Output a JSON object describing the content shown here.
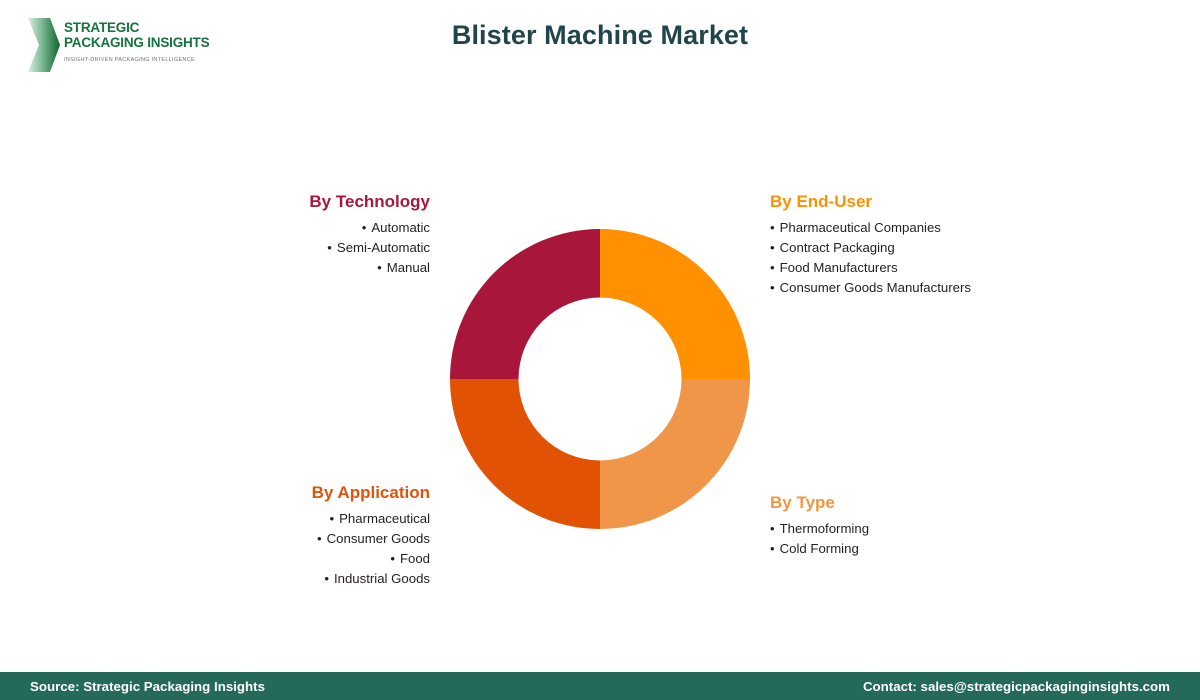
{
  "header": {
    "title": "Blister Machine Market",
    "title_color": "#21454C",
    "logo": {
      "icon": "chevron-right-logo-mark",
      "line1": "STRATEGIC",
      "line2": "PACKAGING INSIGHTS",
      "tagline": "INSIGHT-DRIVEN PACKAGING INTELLIGENCE",
      "text_color": "#17733C",
      "gradient_light": "#D7EADD",
      "gradient_dark": "#136B34"
    }
  },
  "chart_data": {
    "type": "pie",
    "variant": "donut",
    "title": "Blister Machine Market",
    "legend_position": "callouts-around-chart",
    "categories": [
      "By End-User",
      "By Type",
      "By Application",
      "By Technology"
    ],
    "values": [
      25,
      25,
      25,
      25
    ],
    "colors": [
      "#FF9000",
      "#F09649",
      "#E25205",
      "#A8173A"
    ],
    "start_angle_deg": 0,
    "inner_radius_ratio": 0.545,
    "segments": [
      {
        "label": "By End-User",
        "value": 25,
        "color": "#FF9000",
        "position": "top-right",
        "items": [
          "Pharmaceutical Companies",
          "Contract Packaging",
          "Food Manufacturers",
          "Consumer Goods Manufacturers"
        ]
      },
      {
        "label": "By Type",
        "value": 25,
        "color": "#F09649",
        "position": "bottom-right",
        "items": [
          "Thermoforming",
          "Cold Forming"
        ]
      },
      {
        "label": "By Application",
        "value": 25,
        "color": "#E25205",
        "position": "bottom-left",
        "items": [
          "Pharmaceutical",
          "Consumer Goods",
          "Food",
          "Industrial Goods"
        ]
      },
      {
        "label": "By Technology",
        "value": 25,
        "color": "#A8173A",
        "position": "top-left",
        "items": [
          "Automatic",
          "Semi-Automatic",
          "Manual"
        ]
      }
    ]
  },
  "blocks": {
    "technology": {
      "title": "By Technology",
      "color": "#A8173A",
      "items": [
        "Automatic",
        "Semi-Automatic",
        "Manual"
      ]
    },
    "enduser": {
      "title": "By End-User",
      "color": "#FF9000",
      "items": [
        "Pharmaceutical Companies",
        "Contract Packaging",
        "Food Manufacturers",
        "Consumer Goods Manufacturers"
      ]
    },
    "application": {
      "title": "By Application",
      "color": "#E2520B",
      "items": [
        "Pharmaceutical",
        "Consumer Goods",
        "Food",
        "Industrial Goods"
      ]
    },
    "type": {
      "title": "By Type",
      "color": "#F4963F",
      "items": [
        "Thermoforming",
        "Cold Forming"
      ]
    }
  },
  "footer": {
    "background": "#24695A",
    "source": "Source: Strategic Packaging Insights",
    "contact": "Contact: sales@strategicpackaginginsights.com"
  },
  "icons": {
    "bullet": "•"
  }
}
